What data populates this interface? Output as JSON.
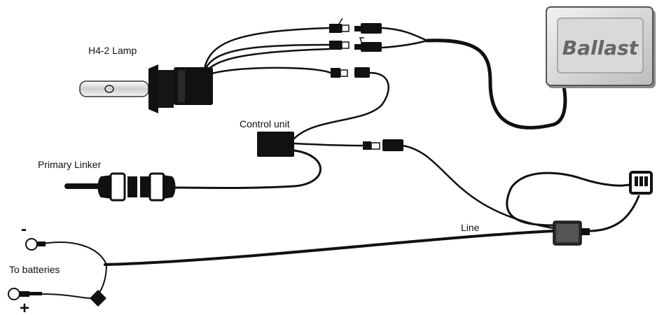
{
  "labels": {
    "lamp": "H4-2 Lamp",
    "ballast": "Ballast",
    "control_unit": "Control unit",
    "primary_linker": "Primary Linker",
    "line": "Line",
    "to_batteries": "To batteries",
    "negative": "-",
    "positive": "+"
  },
  "colors": {
    "wire": "#111111",
    "ballast_face": "#d9d9d9",
    "ballast_text": "#666666",
    "connector": "#111111"
  }
}
